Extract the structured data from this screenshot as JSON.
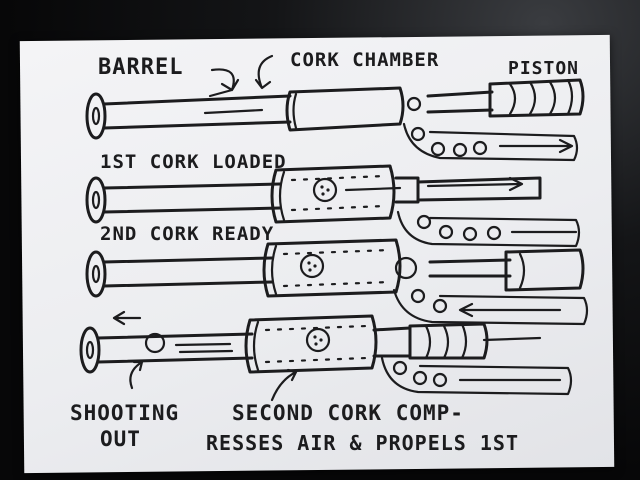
{
  "labels": {
    "barrel": "BARREL",
    "cork_chamber": "CORK CHAMBER",
    "piston": "PISTON",
    "first_cork_loaded": "1ST CORK LOADED",
    "second_cork_ready": "2ND CORK READY",
    "shooting_out_line1": "SHOOTING",
    "shooting_out_line2": "OUT",
    "caption_line1": "SECOND CORK COMP-",
    "caption_line2": "RESSES AIR & PROPELS 1ST"
  },
  "colors": {
    "ink": "#1c1c1e",
    "paper": "#eeeff2",
    "background": "#0b0b0c"
  }
}
